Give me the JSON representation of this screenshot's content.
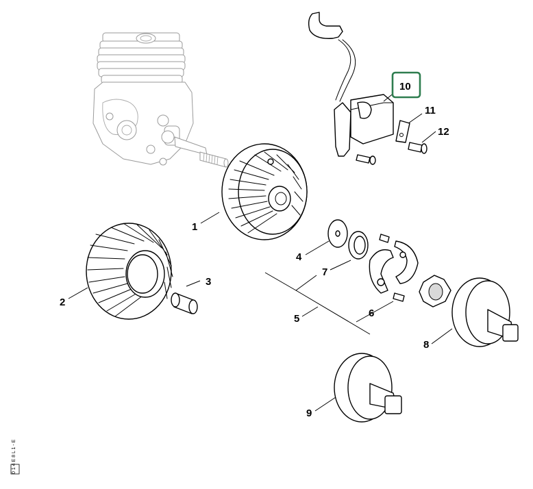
{
  "diagram": {
    "callouts": [
      {
        "id": "1",
        "label": "1"
      },
      {
        "id": "2",
        "label": "2"
      },
      {
        "id": "3",
        "label": "3"
      },
      {
        "id": "4",
        "label": "4"
      },
      {
        "id": "5",
        "label": "5"
      },
      {
        "id": "6",
        "label": "6"
      },
      {
        "id": "7",
        "label": "7"
      },
      {
        "id": "8",
        "label": "8"
      },
      {
        "id": "9",
        "label": "9"
      },
      {
        "id": "10",
        "label": "10",
        "highlighted": true
      },
      {
        "id": "11",
        "label": "11"
      },
      {
        "id": "12",
        "label": "12"
      }
    ],
    "side_code": "0 1 4 E 8 L 1 - E",
    "highlight_color": "#2e7d4f"
  }
}
